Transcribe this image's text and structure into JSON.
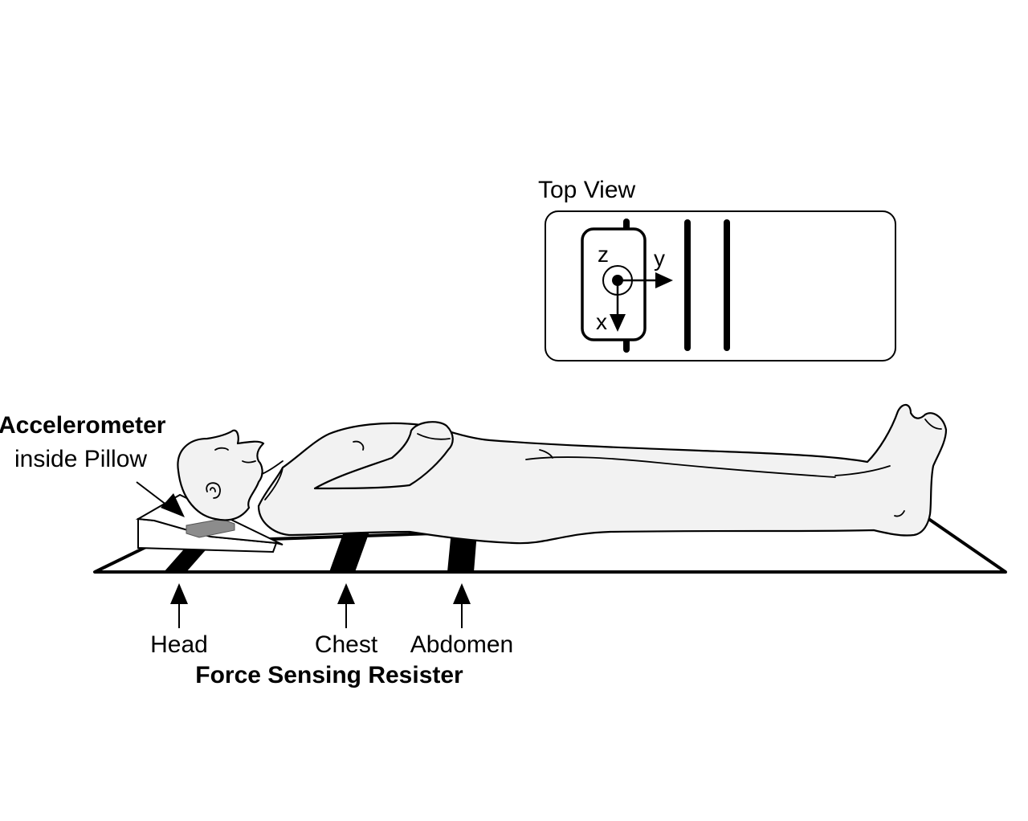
{
  "top_view": {
    "title": "Top View",
    "axes": {
      "z": "z",
      "y": "y",
      "x": "x"
    }
  },
  "accelerometer": {
    "title": "Accelerometer",
    "subtitle": "inside Pillow"
  },
  "sensors": {
    "labels": [
      "Head",
      "Chest",
      "Abdomen"
    ],
    "caption": "Force Sensing Resister"
  },
  "colors": {
    "line": "#000000",
    "body_fill": "#f2f2f2",
    "accelerometer_fill": "#8c8c8c"
  }
}
